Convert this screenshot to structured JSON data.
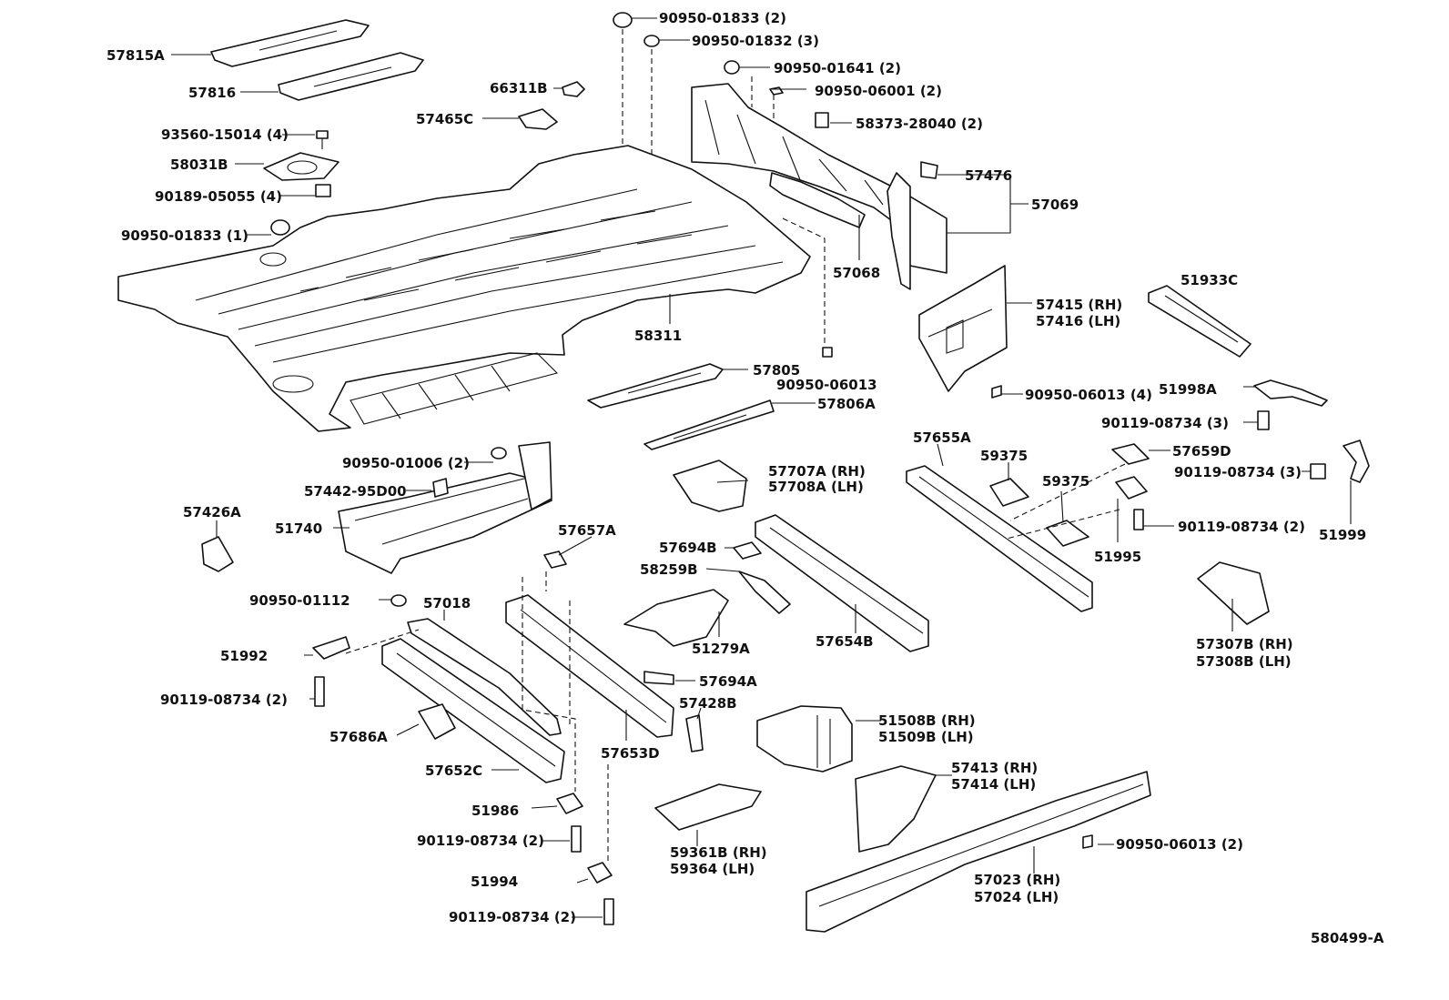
{
  "diagram_id": "580499-A",
  "labels": [
    {
      "id": "l1",
      "text": "90950-01833 (2)"
    },
    {
      "id": "l2",
      "text": "90950-01832 (3)"
    },
    {
      "id": "l3",
      "text": "57815A"
    },
    {
      "id": "l4",
      "text": "57816"
    },
    {
      "id": "l5",
      "text": "66311B"
    },
    {
      "id": "l6",
      "text": "90950-01641 (2)"
    },
    {
      "id": "l7",
      "text": "90950-06001 (2)"
    },
    {
      "id": "l8",
      "text": "57465C"
    },
    {
      "id": "l9",
      "text": "58373-28040 (2)"
    },
    {
      "id": "l10",
      "text": "93560-15014 (4)"
    },
    {
      "id": "l11",
      "text": "58031B"
    },
    {
      "id": "l12",
      "text": "90189-05055 (4)"
    },
    {
      "id": "l13",
      "text": "57476"
    },
    {
      "id": "l14",
      "text": "57069"
    },
    {
      "id": "l15",
      "text": "90950-01833 (1)"
    },
    {
      "id": "l16",
      "text": "57068"
    },
    {
      "id": "l17",
      "text": "51933C"
    },
    {
      "id": "l18",
      "text": "57415 (RH)"
    },
    {
      "id": "l19",
      "text": "57416 (LH)"
    },
    {
      "id": "l20",
      "text": "58311"
    },
    {
      "id": "l21",
      "text": "57805"
    },
    {
      "id": "l22",
      "text": "90950-06013"
    },
    {
      "id": "l23",
      "text": "90950-06013 (4)"
    },
    {
      "id": "l24",
      "text": "51998A"
    },
    {
      "id": "l25",
      "text": "57806A"
    },
    {
      "id": "l26",
      "text": "90119-08734 (3)"
    },
    {
      "id": "l27",
      "text": "57655A"
    },
    {
      "id": "l28",
      "text": "59375"
    },
    {
      "id": "l29",
      "text": "57659D"
    },
    {
      "id": "l30",
      "text": "90950-01006 (2)"
    },
    {
      "id": "l31",
      "text": "57707A (RH)"
    },
    {
      "id": "l32",
      "text": "57708A (LH)"
    },
    {
      "id": "l33",
      "text": "90119-08734 (3)"
    },
    {
      "id": "l34",
      "text": "57442-95D00"
    },
    {
      "id": "l35",
      "text": "59375"
    },
    {
      "id": "l36",
      "text": "57426A"
    },
    {
      "id": "l37",
      "text": "51740"
    },
    {
      "id": "l38",
      "text": "57657A"
    },
    {
      "id": "l39",
      "text": "90119-08734 (2)"
    },
    {
      "id": "l40",
      "text": "51999"
    },
    {
      "id": "l41",
      "text": "57694B"
    },
    {
      "id": "l42",
      "text": "51995"
    },
    {
      "id": "l43",
      "text": "58259B"
    },
    {
      "id": "l44",
      "text": "90950-01112"
    },
    {
      "id": "l45",
      "text": "57018"
    },
    {
      "id": "l46",
      "text": "51279A"
    },
    {
      "id": "l47",
      "text": "57654B"
    },
    {
      "id": "l48",
      "text": "57307B (RH)"
    },
    {
      "id": "l49",
      "text": "57308B (LH)"
    },
    {
      "id": "l50",
      "text": "51992"
    },
    {
      "id": "l51",
      "text": "57694A"
    },
    {
      "id": "l52",
      "text": "90119-08734 (2)"
    },
    {
      "id": "l53",
      "text": "57428B"
    },
    {
      "id": "l54",
      "text": "51508B (RH)"
    },
    {
      "id": "l55",
      "text": "51509B (LH)"
    },
    {
      "id": "l56",
      "text": "57686A"
    },
    {
      "id": "l57",
      "text": "57653D"
    },
    {
      "id": "l58",
      "text": "57413 (RH)"
    },
    {
      "id": "l59",
      "text": "57414 (LH)"
    },
    {
      "id": "l60",
      "text": "57652C"
    },
    {
      "id": "l61",
      "text": "51986"
    },
    {
      "id": "l62",
      "text": "90119-08734 (2)"
    },
    {
      "id": "l63",
      "text": "59361B (RH)"
    },
    {
      "id": "l64",
      "text": "59364 (LH)"
    },
    {
      "id": "l65",
      "text": "90950-06013 (2)"
    },
    {
      "id": "l66",
      "text": "57023 (RH)"
    },
    {
      "id": "l67",
      "text": "57024 (LH)"
    },
    {
      "id": "l68",
      "text": "51994"
    },
    {
      "id": "l69",
      "text": "90119-08734 (2)"
    }
  ]
}
